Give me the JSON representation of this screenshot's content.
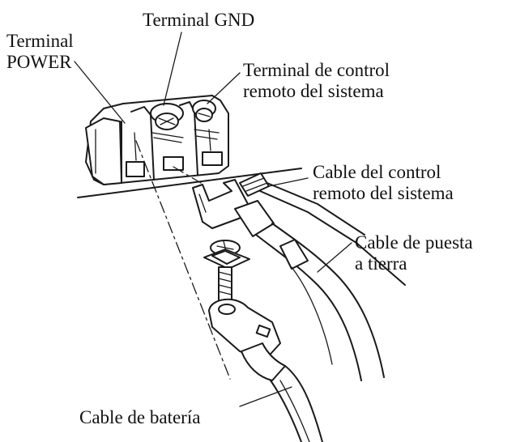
{
  "labels": {
    "power": [
      "Terminal",
      "POWER"
    ],
    "gnd": [
      "Terminal GND"
    ],
    "remote_terminal": [
      "Terminal de control",
      "remoto del sistema"
    ],
    "remote_cable": [
      "Cable del control",
      "remoto del sistema"
    ],
    "ground_cable": [
      "Cable de puesta",
      "a tierra"
    ],
    "battery_cable": [
      "Cable de batería"
    ]
  },
  "colors": {
    "line": "#1a1a1a",
    "background": "#ffffff",
    "shade": "#d8d8d8"
  }
}
